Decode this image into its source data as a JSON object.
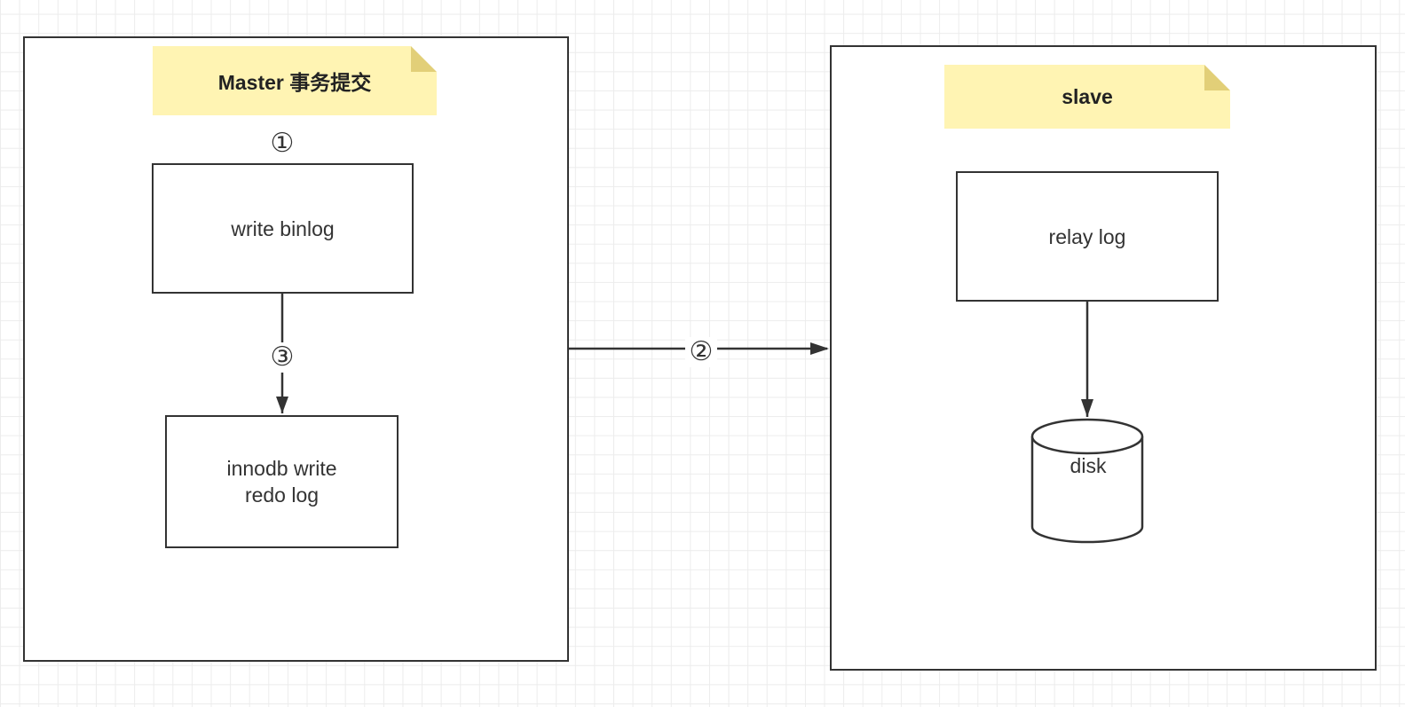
{
  "master": {
    "note": "Master 事务提交",
    "box_write_binlog": "write binlog",
    "box_innodb": "innodb write\n redo log",
    "step_1": "①",
    "step_3": "③"
  },
  "slave": {
    "note": "slave",
    "box_relay": "relay log",
    "disk": "disk"
  },
  "connection": {
    "step_2": "②"
  },
  "colors": {
    "note_fill": "#fff4b3",
    "note_fold": "#e2cf78",
    "stroke": "#333333"
  }
}
